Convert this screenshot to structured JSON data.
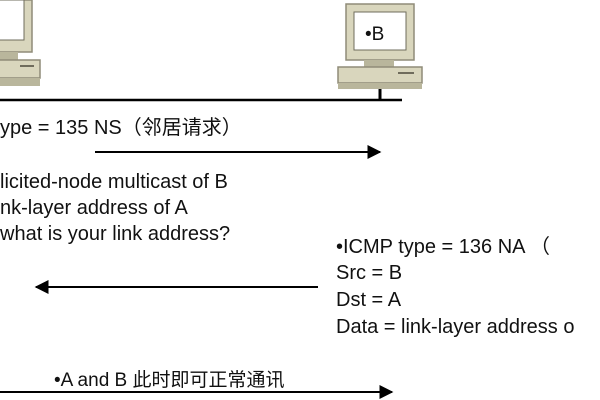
{
  "hosts": {
    "b_label": "•B"
  },
  "request": {
    "type_line": "ype = 135   NS（邻居请求）",
    "dst_line": "licited-node multicast of B",
    "data_line": "nk-layer address of A",
    "query_line": "what is your link address?"
  },
  "reply": {
    "type_line": "•ICMP type = 136     NA  （",
    "src_line": "Src = B",
    "dst_line": "Dst = A",
    "data_line": "Data = link-layer address o"
  },
  "footer": {
    "note": "•A and B 此时即可正常通讯"
  },
  "colors": {
    "line": "#000000",
    "host_beige": "#d9d6bd",
    "host_beige_dark": "#b9b69c",
    "host_shadow": "#8f8c78",
    "screen": "#ffffff"
  },
  "icons": {
    "host_a": "computer-icon",
    "host_b": "computer-icon"
  }
}
